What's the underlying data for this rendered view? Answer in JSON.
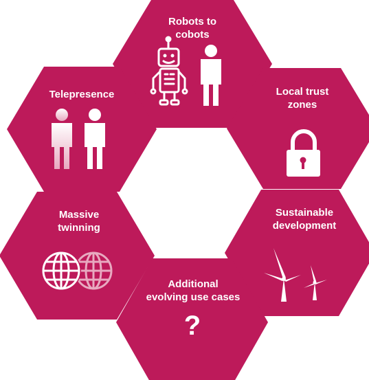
{
  "colors": {
    "hexagon_fill": "#bd1a5a",
    "icon": "#ffffff",
    "icon_faded": "#e8a9c0",
    "background": "#ffffff"
  },
  "hexagons": [
    {
      "id": "robots",
      "label": "Robots to\ncobots",
      "icon": "robot-and-human-icon"
    },
    {
      "id": "local-trust",
      "label": "Local trust\nzones",
      "icon": "padlock-icon"
    },
    {
      "id": "sustainable",
      "label": "Sustainable\ndevelopment",
      "icon": "wind-turbines-icon"
    },
    {
      "id": "additional",
      "label": "Additional\nevolving use cases",
      "icon": "question-mark-icon",
      "symbol": "?"
    },
    {
      "id": "massive-twinning",
      "label": "Massive\ntwinning",
      "icon": "twin-globes-icon"
    },
    {
      "id": "telepresence",
      "label": "Telepresence",
      "icon": "two-people-icon"
    }
  ]
}
